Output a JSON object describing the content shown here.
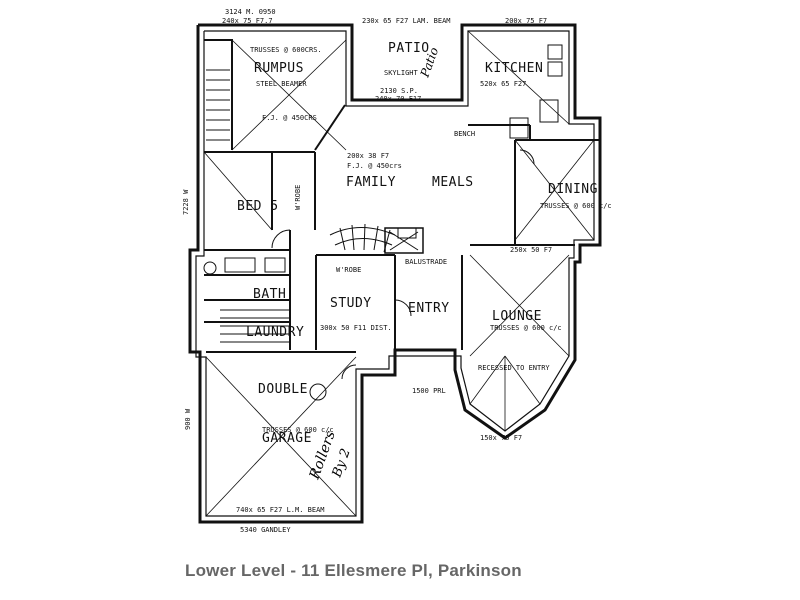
{
  "rooms": {
    "rumpus": "RUMPUS",
    "patio": "PATIO",
    "kitchen": "KITCHEN",
    "family": "FAMILY",
    "meals": "MEALS",
    "dining": "DINING",
    "bed5": "BED 5",
    "wrobe": "W'ROBE",
    "wrobe2": "W'ROBE",
    "study": "STUDY",
    "entry": "ENTRY",
    "lounge": "LOUNGE",
    "bath": "BATH",
    "laundry": "LAUNDRY",
    "double": "DOUBLE",
    "garage": "GARAGE",
    "balustrade": "BALUSTRADE"
  },
  "notes": {
    "n1": "3124 M. 0950",
    "n2": "240x 75 F7.7",
    "n3": "TRUSSES @ 600CRS.",
    "n4": "STEEL BEAMER",
    "n5": "230x 65 F27 LAM. BEAM",
    "n6": "SKYLIGHT",
    "n7": "2130 S.P.",
    "n8": "240x 70 F17",
    "n9": "F.J. @ 450CRS",
    "n10": "200x 75 F7",
    "n11": "520x 65 F27",
    "n12": "200x 38 F7",
    "n13": "TRUSSES @ 600 c/c",
    "n14": "F.J. @ 450crs",
    "n15": "250x 50 F7",
    "n16": "300x 50 F11 DIST.",
    "n17": "TRUSSES @ 600 c/c",
    "n18": "TRUSSES @ 600 c/c",
    "n19": "740x 65 F27 L.M. BEAM",
    "n20": "5340 GANDLEY",
    "n21": "RECESSED TO ENTRY",
    "n22": "150x 75 F7",
    "n23": "1500 PRL",
    "n24": "7228 W",
    "n25": "900 W",
    "n26": "BENCH"
  },
  "handwriting": {
    "rollers": "Rollers",
    "by2": "By 2",
    "patio_hand": "Patio"
  },
  "caption": "Lower Level - 11 Ellesmere Pl, Parkinson"
}
